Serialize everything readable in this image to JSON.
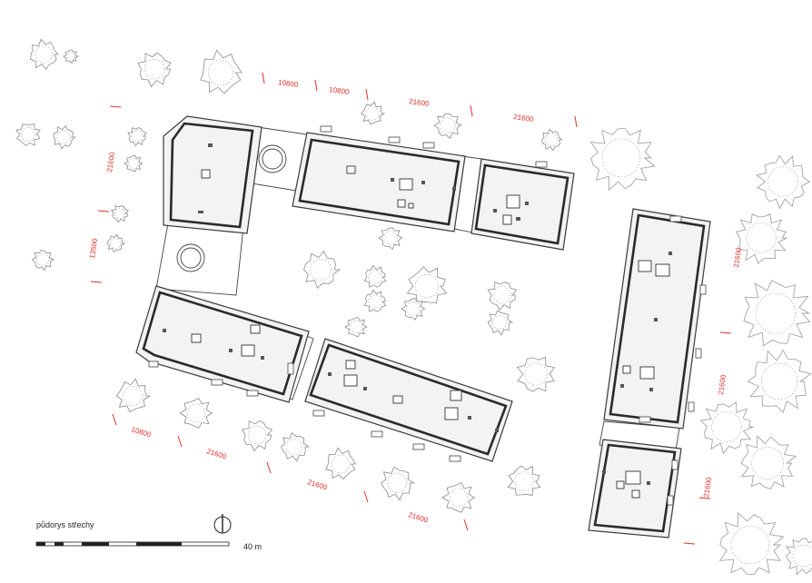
{
  "plan_title": "půdorys střechy",
  "scale_label": "40 m",
  "dimension_color": "#e0302a",
  "dimensions": [
    "10800",
    "10800",
    "21600",
    "21600",
    "21600",
    "13500",
    "10800",
    "21600",
    "21600",
    "21600",
    "21600",
    "21600",
    "21600"
  ],
  "icons": {
    "north_arrow": "north-arrow-icon"
  }
}
